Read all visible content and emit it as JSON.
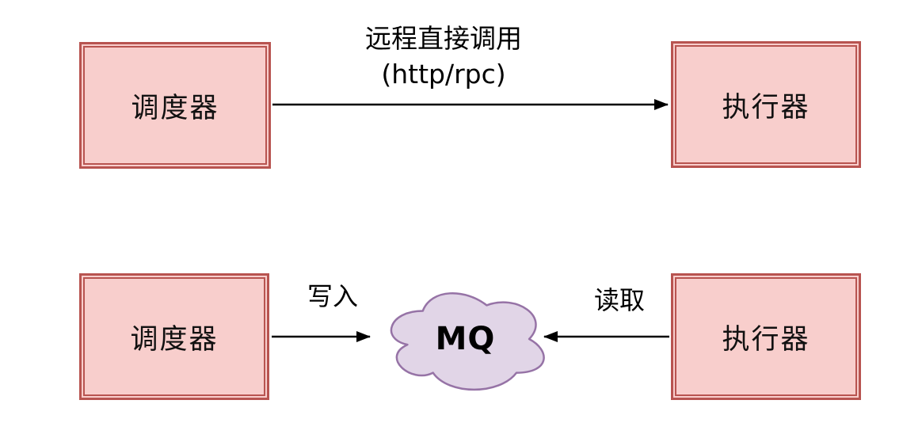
{
  "diagram": {
    "direct_call_flow": {
      "scheduler_label": "调度器",
      "executor_label": "执行器",
      "arrow_label_line1": "远程直接调用",
      "arrow_label_line2": "(http/rpc)"
    },
    "mq_flow": {
      "scheduler_label": "调度器",
      "executor_label": "执行器",
      "write_arrow_label": "写入",
      "read_arrow_label": "读取",
      "mq_cloud_label": "MQ"
    },
    "colors": {
      "node_fill": "#f8cecc",
      "node_stroke": "#b85450",
      "cloud_fill": "#e1d5e7",
      "cloud_stroke": "#9673a6",
      "arrow_color": "#000000"
    }
  }
}
